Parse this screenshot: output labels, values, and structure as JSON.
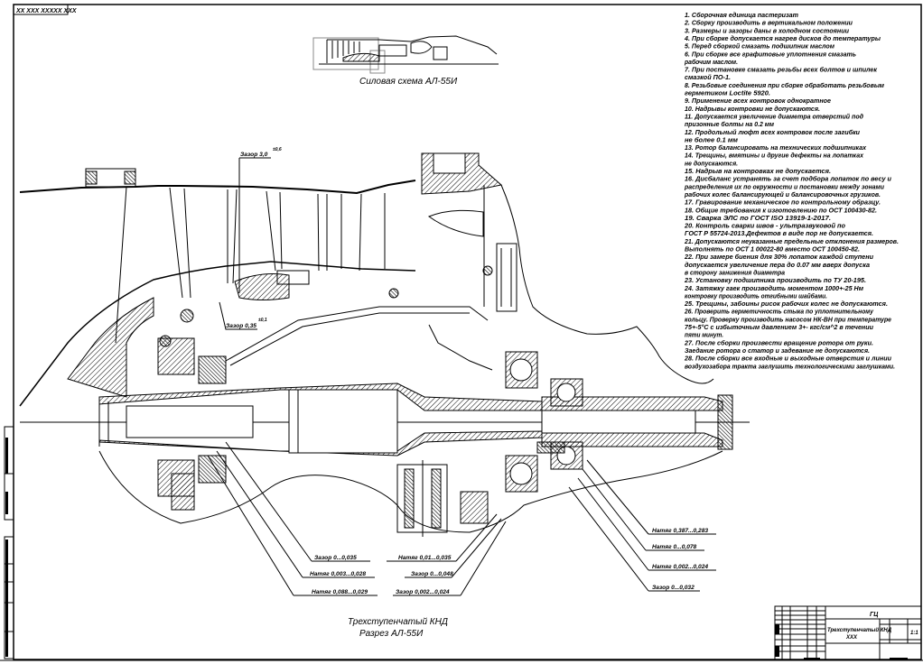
{
  "sheet": {
    "stamp_code": "ХХ ХХХ ХХХХХ ХХХ",
    "border_color": "#000000",
    "background": "#ffffff"
  },
  "power_scheme": {
    "caption": "Силовая схема АЛ-55И"
  },
  "section_view": {
    "caption_line1": "Трехступенчатый КНД",
    "caption_line2": "Разрез АЛ-55И"
  },
  "dimension_callouts": [
    {
      "id": "gap-top",
      "label": "Зазор 3,0",
      "tolerance": "±0,6"
    },
    {
      "id": "gap-mid",
      "label": "Зазор 0,35",
      "tolerance": "±0,1"
    }
  ],
  "leader_labels": {
    "left": [
      "Зазор 0...0,035",
      "Натяг 0,003...0,028",
      "Натяг 0,088...0,029"
    ],
    "center": [
      "Натяг 0,01...0,035",
      "Зазор 0...0,048",
      "Зазор 0,002...0,024"
    ],
    "right": [
      "Натяг 0,387...0,283",
      "Натяг 0...0,078",
      "Натяг 0,002...0,024",
      "Зазор 0...0,032"
    ]
  },
  "technical_requirements": [
    "1.  Сборочная единица пастеризат",
    "2.  Сборку производить в вертикальном положении",
    "3.  Размеры и зазоры даны в холодном состоянии",
    "4.  При сборке допускается нагрев дисков до температуры",
    "5.  Перед сборкой смазать подшипник маслом",
    "6.  При сборке все графитовые уплотнения смазать",
    "рабочим маслом.",
    "7.  При постановке смазать резьбы всех болтов и шпилек",
    "смазкой ПО-1.",
    "8.  Резьбовые соединения при сборке обработать резьбовым",
    "герметиком Loctite 5920.",
    "9.  Применение всех контровок однократное",
    "10.  Надрывы контровки не допускаются.",
    "11.  Допускается увеличение диаметра отверстий под",
    "призонные болты на 0.2 мм",
    "12.  Продольный люфт всех контровок после загибки",
    "не более 0.1 мм",
    "13.  Ротор балансировать на технических подшипниках",
    "14.  Трещины, вмятины и другие дефекты на лопатках",
    "не допускаются.",
    "15.  Надрыв на контровках не допускается.",
    "16.  Дисбаланс устранять за счет подбора лопаток по весу и",
    "распределения их по окружности и постановки между зонами",
    "рабочих колес балансирующей и балансировочных грузиков.",
    "17.  Гравирование механическое по контрольному образцу.",
    "18.  Общие требования к изготовлению по ОСТ 100430-82.",
    "19.  Сварка ЭЛС по ГОСТ ISO 13919-1-2017.",
    "20.  Контроль сварки швов - ультразвуковой по",
    "ГОСТ Р 55724-2013.Дефектов в виде пор не допускается.",
    "21.  Допускаются неуказанные предельные отклонения размеров.",
    "Выполнять по ОСТ 1 00022-80 вместо ОСТ 100450-82.",
    "22.  При замере биения для 30% лопаток каждой ступени",
    "допускается увеличение пера до 0.07 мм вверх допуска",
    "в сторону занижения диаметра",
    "23.  Установку подшипника производить по ТУ 20-195.",
    "24.  Затяжку гаек производить моментом 1000+-25 Нм",
    "контровку производить отгибными шайбами.",
    "25.  Трещины, забоины рисок рабочих колес не допускаются.",
    "26.  Проверить герметичность стыка по уплотнительному",
    "кольцу. Проверку производить насосом НК-ВН при температуре",
    "75+-5°С с избыточным давлением 3+- кгс/см^2 в течении",
    "пяти минут.",
    "27.  После сборки произвести вращение ротора от руки.",
    "Заедание ротора о статор и задевание не допускаются.",
    "28.  После сборки все входные и выходные отверстия и линии",
    "воздухозабора тракта заглушить технологическими заглушками."
  ],
  "title_block": {
    "sheet_number": "ГЦ",
    "designation": "Трехступенчатый КНД",
    "material_code": "ХХХ",
    "scale": "1:1"
  }
}
